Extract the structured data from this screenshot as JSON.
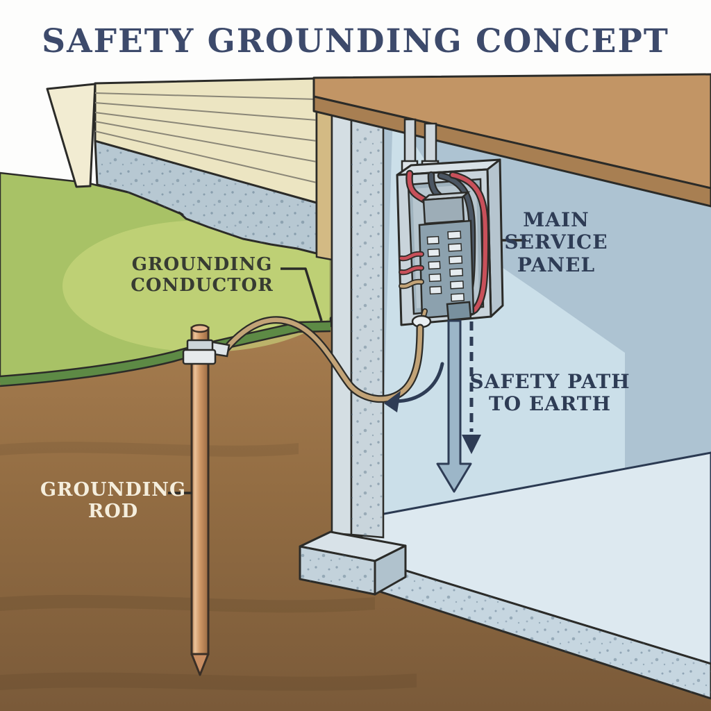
{
  "title": {
    "text": "SAFETY GROUNDING CONCEPT"
  },
  "labels": {
    "grounding_conductor": "GROUNDING\nCONDUCTOR",
    "main_service_panel": "MAIN\nSERVICE\nPANEL",
    "safety_path_to_earth": "SAFETY PATH\nTO EARTH",
    "grounding_rod": "GROUNDING\nROD"
  },
  "palette": {
    "title_color": "#3d4a6b",
    "label_dark": "#2e3c55",
    "label_olive": "#373b32",
    "label_cream": "#f5eedd",
    "grass": "#a8c266",
    "grass_light": "#cdd97e",
    "grass_band": "#5d8a45",
    "soil": "#936d43",
    "siding": "#ece5c2",
    "concrete": "#c9d5dc",
    "wood_floor": "#c29565",
    "wall": "#adc3d2",
    "wall_light": "#cbdfe9",
    "copper": "#cf9766",
    "conductor": "#c2a377",
    "wire_red": "#c8505a",
    "wire_black": "#4b5663",
    "arrow_fill": "#9cb6c8",
    "outline": "#2b2b28"
  },
  "scene": {
    "description": "Cutaway illustration of a house foundation: the main service panel connects via a grounding conductor to a copper grounding rod in the soil, giving fault current a safety path to earth."
  }
}
